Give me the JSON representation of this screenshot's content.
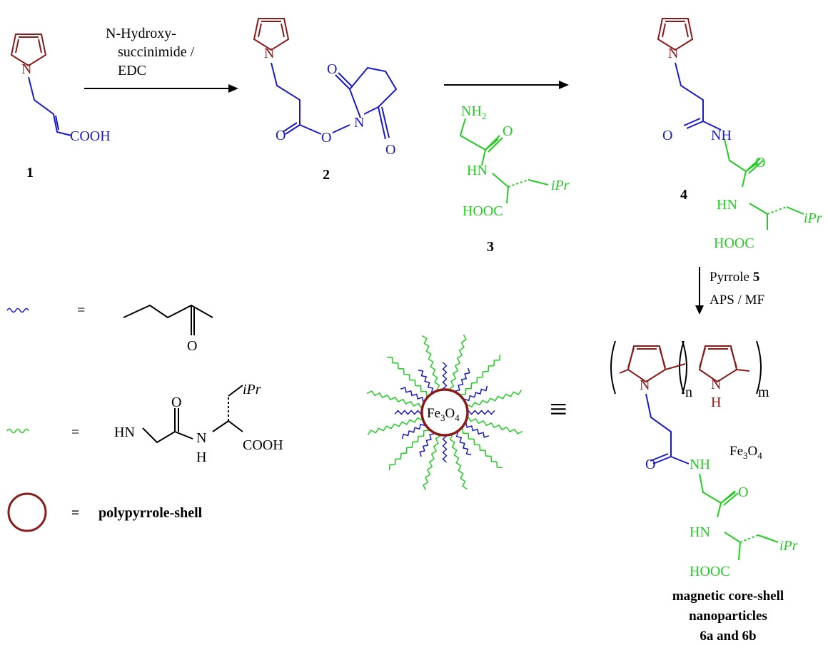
{
  "colors": {
    "pyrrole": "#8b1a1a",
    "linker": "#1a1acc",
    "peptide": "#22cc22",
    "text": "#000000"
  },
  "compound1": {
    "label": "1",
    "cooh": "COOH",
    "n": "N"
  },
  "step1": {
    "line1": "N-Hydroxy-",
    "line2": "succinimide /",
    "line3": "EDC"
  },
  "compound2": {
    "label": "2",
    "n_pyrrole": "N",
    "n_succ": "N",
    "o1": "O",
    "o2": "O",
    "o3": "O",
    "o4": "O"
  },
  "compound3": {
    "label": "3",
    "nh2": "NH",
    "nh2_sub": "2",
    "o": "O",
    "hn": "HN",
    "ipr": "iPr",
    "hooc": "HOOC"
  },
  "compound4": {
    "label": "4",
    "n": "N",
    "o1": "O",
    "nh": "NH",
    "o2": "O",
    "hn": "HN",
    "ipr": "iPr",
    "hooc": "HOOC"
  },
  "step2": {
    "reagent": "Pyrrole",
    "reagent_num": "5",
    "line2": "APS / MF"
  },
  "legend": {
    "equals": "=",
    "ketone_o": "O",
    "peptide_hn": "HN",
    "peptide_o": "O",
    "peptide_n": "N",
    "peptide_h": "H",
    "peptide_cooh": "COOH",
    "peptide_ipr": "iPr",
    "shell_label": "polypyrrole-shell"
  },
  "nanoparticle": {
    "core": "Fe",
    "core_sub1": "3",
    "core_o": "O",
    "core_sub2": "4"
  },
  "equivalence_symbol": "≡",
  "polymer": {
    "n1": "N",
    "n_sub": "n",
    "n2": "N",
    "h": "H",
    "m_sub": "m",
    "fe": "Fe",
    "fe_sub1": "3",
    "fe_o": "O",
    "fe_sub2": "4",
    "o1": "O",
    "nh": "NH",
    "o2": "O",
    "hn": "HN",
    "ipr": "iPr",
    "hooc": "HOOC"
  },
  "caption": {
    "line1": "magnetic core-shell",
    "line2": "nanoparticles",
    "line3": "6a and 6b"
  }
}
